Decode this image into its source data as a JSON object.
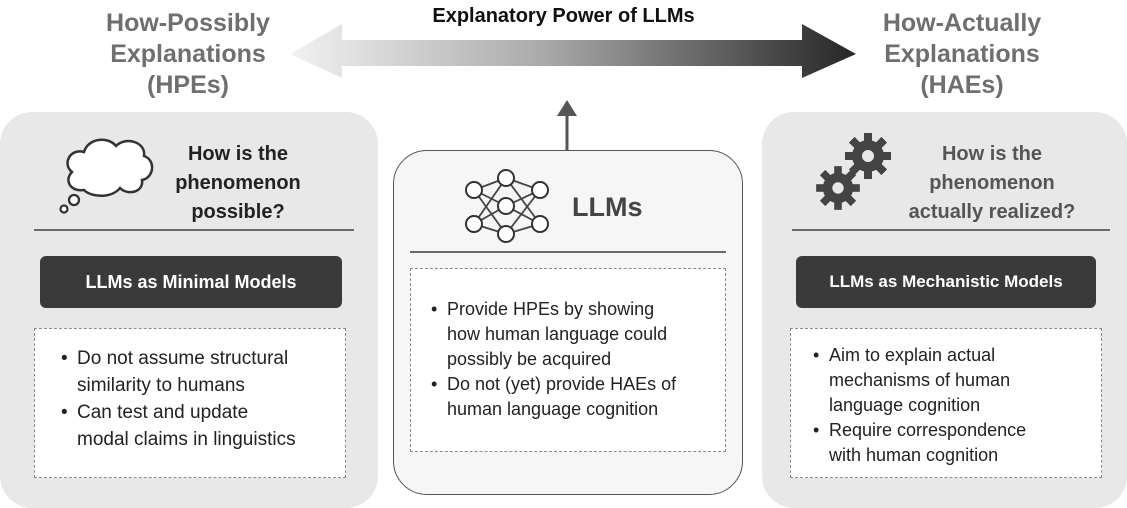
{
  "top": {
    "left_title": [
      "How-Possibly",
      "Explanations",
      "(HPEs)"
    ],
    "arrow_label": "Explanatory Power of LLMs",
    "right_title": [
      "How-Actually",
      "Explanations",
      "(HAEs)"
    ]
  },
  "left_panel": {
    "icon": "thought-bubble-icon",
    "question": [
      "How is the",
      "phenomenon",
      "possible?"
    ],
    "label": "LLMs as Minimal Models",
    "bullets": [
      [
        "Do not assume structural",
        "similarity to humans"
      ],
      [
        "Can test and update",
        "modal claims in linguistics"
      ]
    ]
  },
  "center_panel": {
    "icon": "neural-network-icon",
    "title": "LLMs",
    "bullets": [
      [
        "Provide HPEs by showing",
        "how human language could",
        "possibly be acquired"
      ],
      [
        "Do not (yet) provide HAEs of",
        "human language cognition"
      ]
    ]
  },
  "right_panel": {
    "icon": "gears-icon",
    "question": [
      "How is the",
      "phenomenon",
      "actually realized?"
    ],
    "label": "LLMs as Mechanistic Models",
    "bullets": [
      [
        "Aim to explain actual",
        "mechanisms of human",
        "language cognition"
      ],
      [
        "Require correspondence",
        "with human cognition"
      ]
    ]
  },
  "colors": {
    "panel_bg": "#e8e8e8",
    "label_bg": "#3a3a3a",
    "muted_title": "#6f6f6f"
  }
}
